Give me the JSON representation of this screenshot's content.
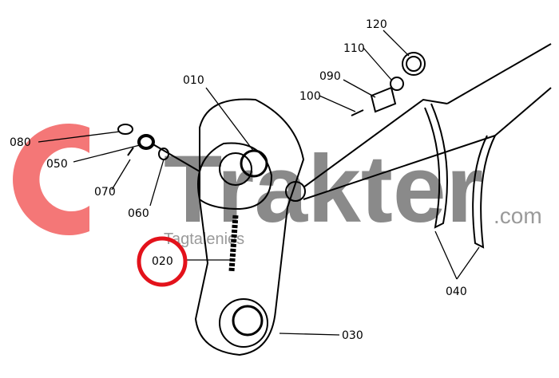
{
  "watermark": {
    "brand": "Trakter",
    "suffix": ".com",
    "tagline": "Tagtalenies",
    "logo_color": "#f25a5a",
    "text_color": "#8a8a8a"
  },
  "highlight": {
    "part": "020",
    "color": "#e3121b"
  },
  "parts": {
    "p010": "010",
    "p020": "020",
    "p030": "030",
    "p040": "040",
    "p050": "050",
    "p060": "060",
    "p070": "070",
    "p080": "080",
    "p090": "090",
    "p100": "100",
    "p110": "110",
    "p120": "120"
  }
}
